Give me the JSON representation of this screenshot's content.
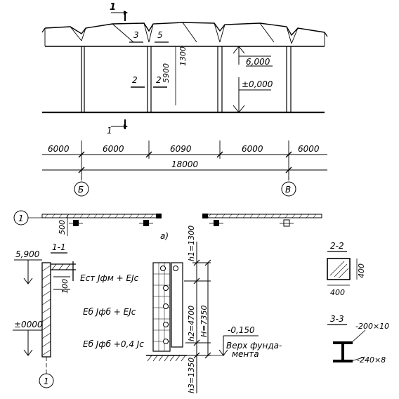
{
  "top_view": {
    "section_mark_1": "1",
    "labels": {
      "node3": "3",
      "node5": "5",
      "h1300": "1300",
      "h5900": "5900",
      "mark2a": "2",
      "mark2b": "2",
      "elev_6000": "6,000",
      "elev_0000": "±0,000"
    },
    "spans": [
      "6000",
      "6000",
      "6090",
      "6000",
      "6000"
    ],
    "total": "18000",
    "axes": [
      "Б",
      "В"
    ]
  },
  "plan": {
    "axis": "1",
    "variant": "а)",
    "dim_500": "500"
  },
  "section_1_1": {
    "title": "1-1",
    "elev_top": "5,900",
    "elev_bottom": "±0000",
    "dim_100": "100",
    "axis": "1"
  },
  "stiffness": {
    "line1": "Eст Jфм + EJc",
    "line2": "Eб Jфб + EJc",
    "line3": "Eб Jфб +0,4 Jc"
  },
  "column": {
    "h1": "h1=1300",
    "h2": "h2=4700",
    "H": "H=7350",
    "h3": "h3=1350",
    "elev": "-0,150",
    "note_line1": "Верх фунда-",
    "note_line2": "мента"
  },
  "section_2_2": {
    "title": "2-2",
    "dim_side": "400",
    "dim_bottom": "400"
  },
  "section_3_3": {
    "title": "3-3",
    "plate1": "-200×10",
    "plate2": "-240×8"
  }
}
